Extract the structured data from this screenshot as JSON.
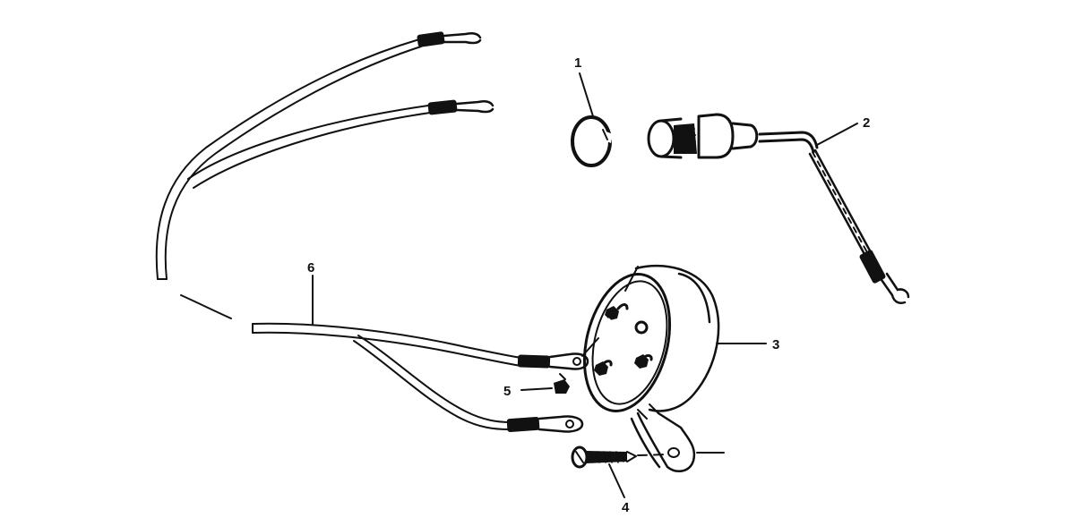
{
  "callouts": [
    {
      "id": "1",
      "text": "1"
    },
    {
      "id": "2",
      "text": "2"
    },
    {
      "id": "3",
      "text": "3"
    },
    {
      "id": "4",
      "text": "4"
    },
    {
      "id": "5",
      "text": "5"
    },
    {
      "id": "6",
      "text": "6"
    }
  ],
  "colors": {
    "ink": "#111111",
    "background": "#ffffff"
  }
}
